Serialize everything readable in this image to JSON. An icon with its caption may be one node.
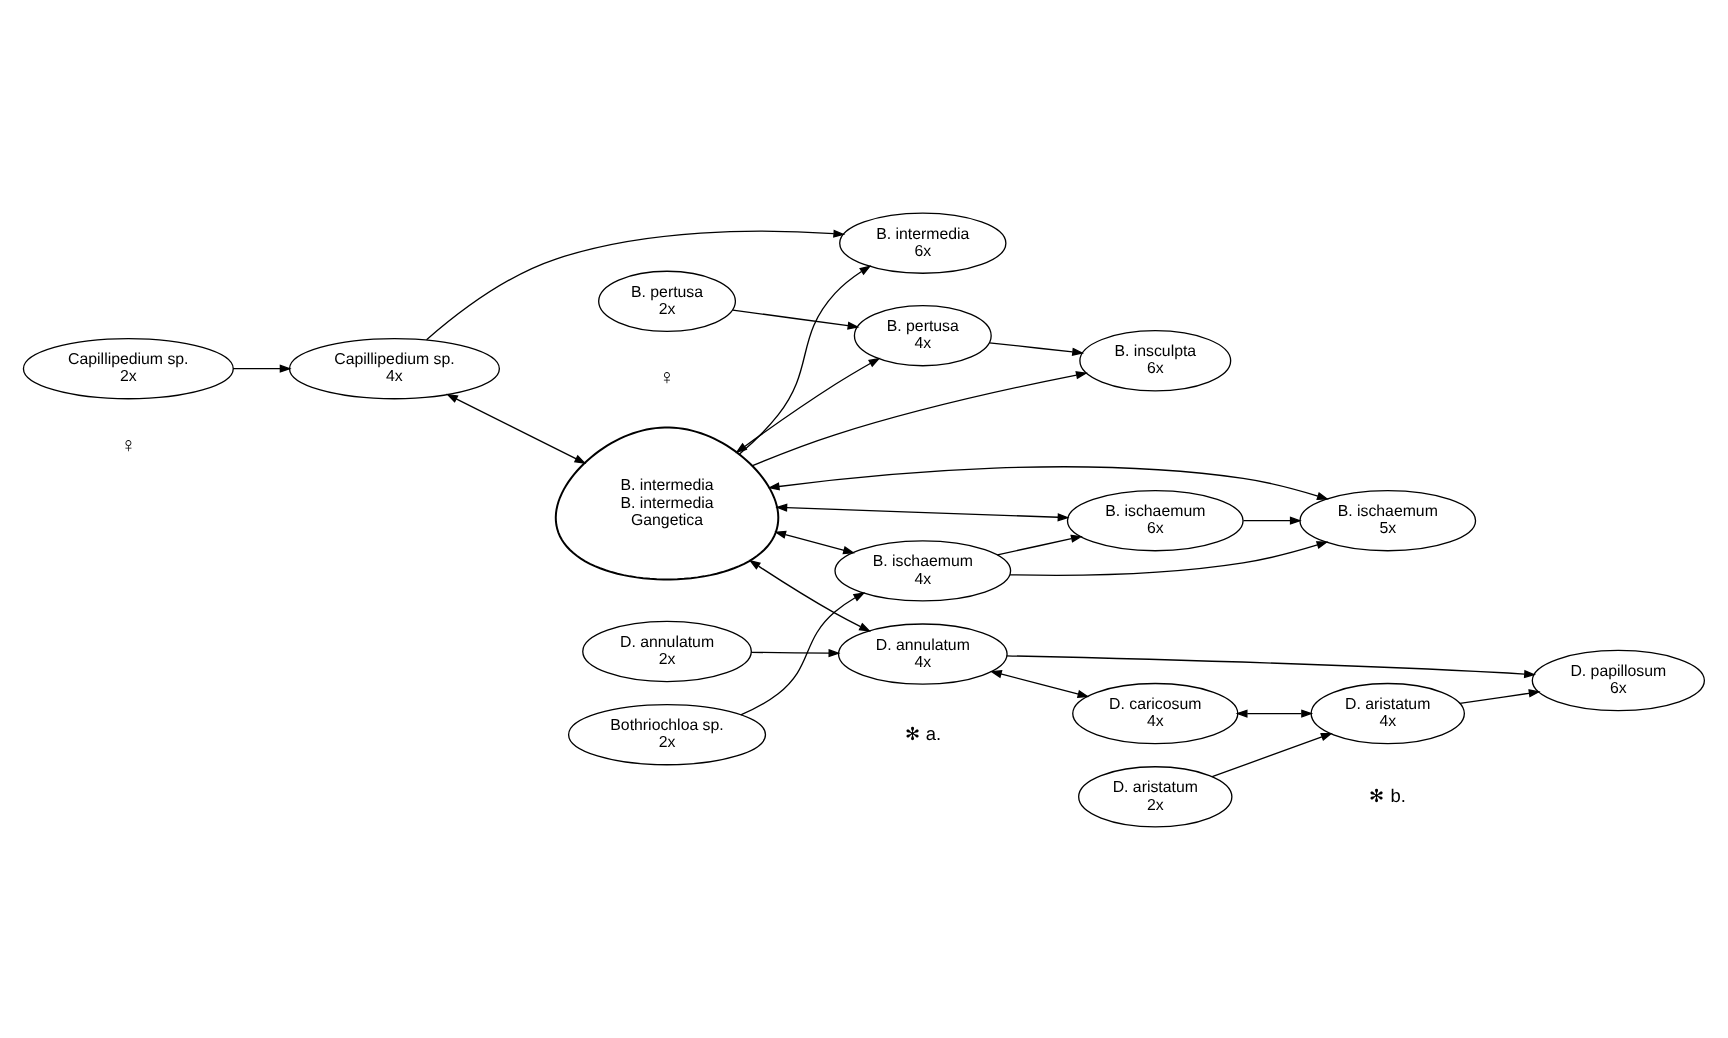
{
  "diagram": {
    "nodes": [
      {
        "text": [
          "B. intermedia",
          "B. intermedia",
          "Gangetica"
        ]
      },
      {
        "text": [
          "B. intermedia",
          "6x"
        ]
      },
      {
        "text": [
          "B. insculpta",
          "6x"
        ]
      },
      {
        "text": [
          "B. pertusa",
          "4x"
        ]
      },
      {
        "text": [
          "B. pertusa",
          "2x"
        ],
        "beside": [
          "♀"
        ]
      },
      {
        "text": [
          "B. ischaemum",
          "6x"
        ]
      },
      {
        "text": [
          "B. ischaemum",
          "5x"
        ]
      },
      {
        "text": [
          "B. ischaemum",
          "4x"
        ]
      },
      {
        "text": [
          "Bothriochloa sp.",
          "2x"
        ]
      },
      {
        "text": [
          "Capillipedium sp.",
          "4x"
        ]
      },
      {
        "text": [
          "Capillipedium sp.",
          "2x"
        ],
        "beside": [
          "♀"
        ]
      },
      {
        "text": [
          "D. papillosum",
          "6x"
        ]
      },
      {
        "text": [
          "D. annulatum",
          "4x"
        ]
      },
      {
        "text": [
          "D. caricosum",
          "4x"
        ]
      },
      {
        "text": [
          "D. aristatum",
          "4x"
        ]
      },
      {
        "text": [
          "D. annulatum",
          "2x"
        ]
      },
      {
        "text": [
          "D. aristatum",
          "2x"
        ]
      }
    ],
    "edges": [
      {
        "from": 0,
        "to": 3,
        "arrow": "both"
      },
      {
        "from": 0,
        "to": 5,
        "arrow": "both"
      },
      {
        "from": 0,
        "to": 6,
        "arrow": "both"
      },
      {
        "from": 0,
        "to": 7,
        "arrow": "both"
      },
      {
        "from": 0,
        "to": 2,
        "arrow": "to"
      },
      {
        "from": 3,
        "to": 2,
        "arrow": "to"
      },
      {
        "from": 4,
        "to": 3,
        "arrow": "to"
      },
      {
        "from": 7,
        "to": 5,
        "arrow": "to"
      },
      {
        "from": 5,
        "to": 6,
        "arrow": "to"
      },
      {
        "from": 7,
        "to": 6,
        "arrow": "to"
      },
      {
        "from": 8,
        "to": 7,
        "arrow": "to"
      },
      {
        "from": 9,
        "to": 0,
        "arrow": "both"
      },
      {
        "from": 9,
        "to": 1,
        "arrow": "to"
      },
      {
        "from": 0,
        "to": 1,
        "arrow": "to"
      },
      {
        "from": 10,
        "to": 9,
        "arrow": "to"
      },
      {
        "from": 0,
        "to": 12,
        "arrow": "both"
      },
      {
        "from": 12,
        "to": 13,
        "arrow": "both"
      },
      {
        "from": 13,
        "to": 14,
        "arrow": "both"
      },
      {
        "from": 12,
        "to": 11,
        "arrow": "to"
      },
      {
        "from": 14,
        "to": 11,
        "arrow": "to"
      },
      {
        "from": 15,
        "to": 12,
        "arrow": "to"
      },
      {
        "from": 16,
        "to": 14,
        "arrow": "to"
      }
    ],
    "labels": [
      "✻ a.",
      "✻ b."
    ]
  }
}
